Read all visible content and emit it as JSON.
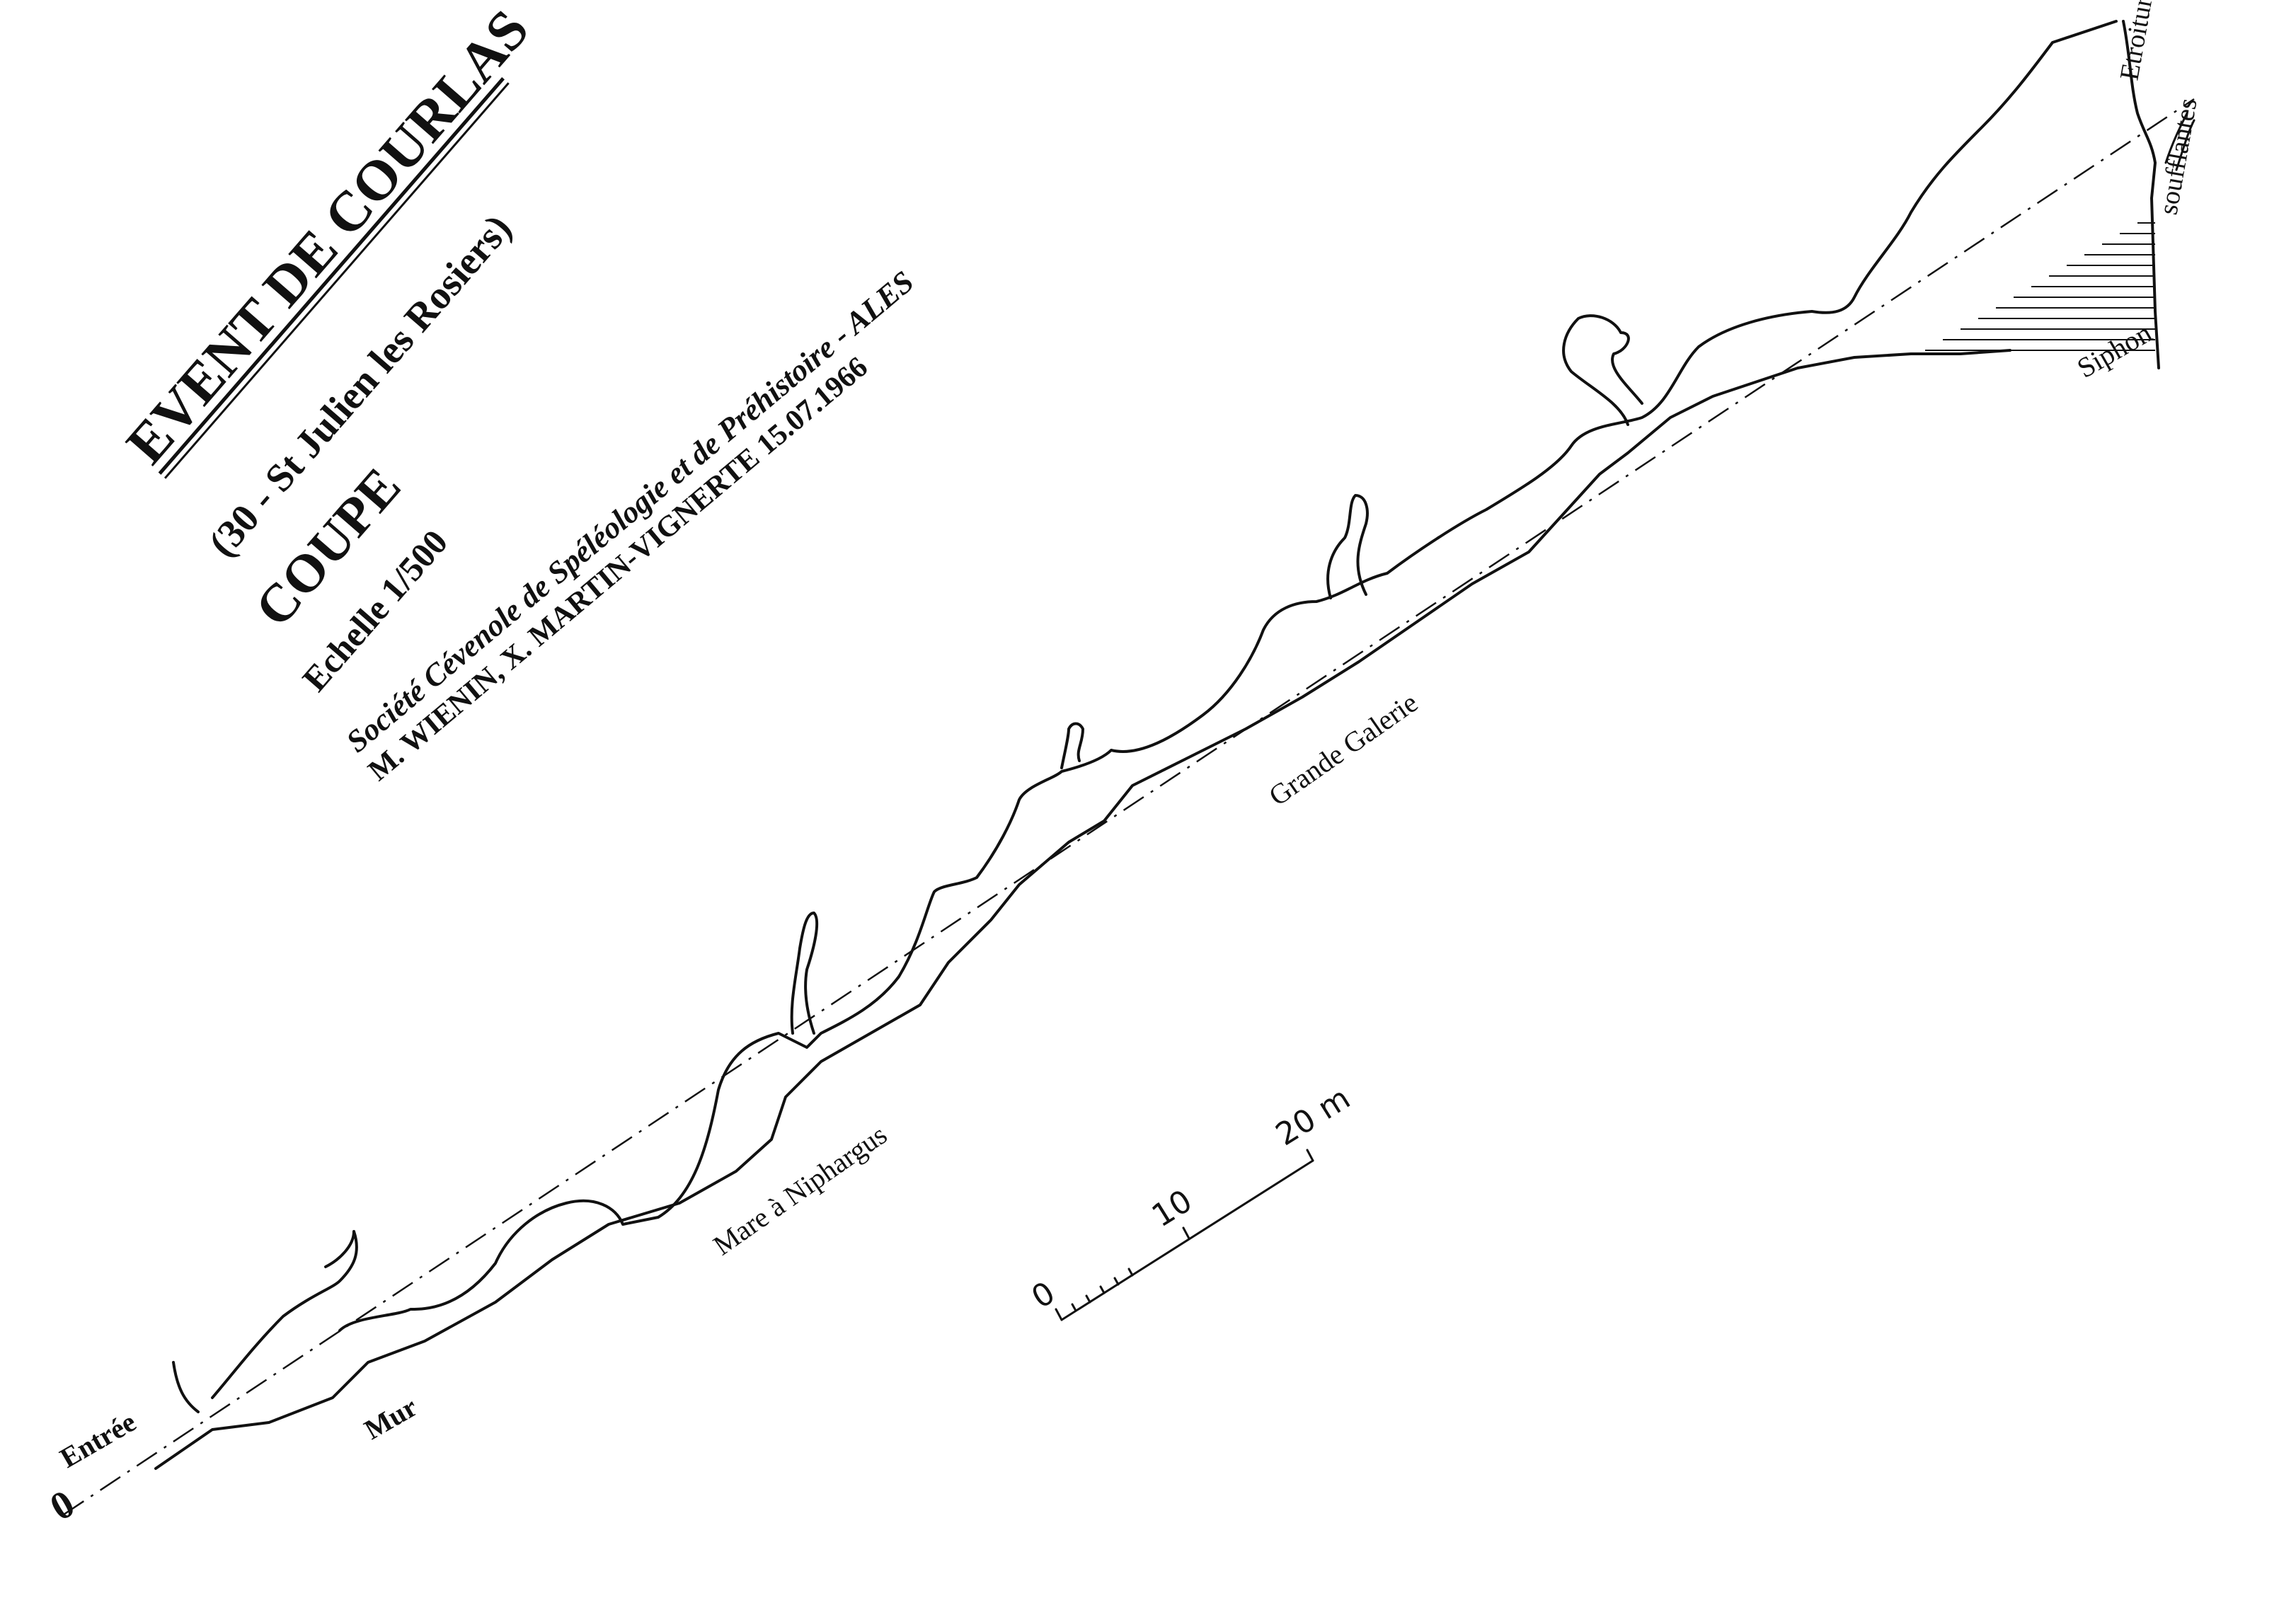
{
  "header": {
    "title": "EVENT DE COURLAS",
    "location": "(30 - St Julien les Rosiers)",
    "view": "COUPE",
    "scale": "Echelle 1/500",
    "club": "Société Cévenole de Spéléologie et de Préhistoire - ALES",
    "authors_date": "M. WIENIN, X. MARTIN-VIGNERTE 15.07.1966"
  },
  "labels": {
    "entry": "Entrée",
    "zero": "0",
    "wall": "Mur",
    "pool": "Mare à Niphargus",
    "gallery": "Grande Galerie",
    "sump": "Siphon",
    "squeeze": "Etroiture",
    "draughts": "soufflantes"
  },
  "scale_bar": {
    "ticks": [
      "0",
      "10",
      "20 m"
    ]
  },
  "colors": {
    "ink": "#111111",
    "paper": "#ffffff"
  }
}
